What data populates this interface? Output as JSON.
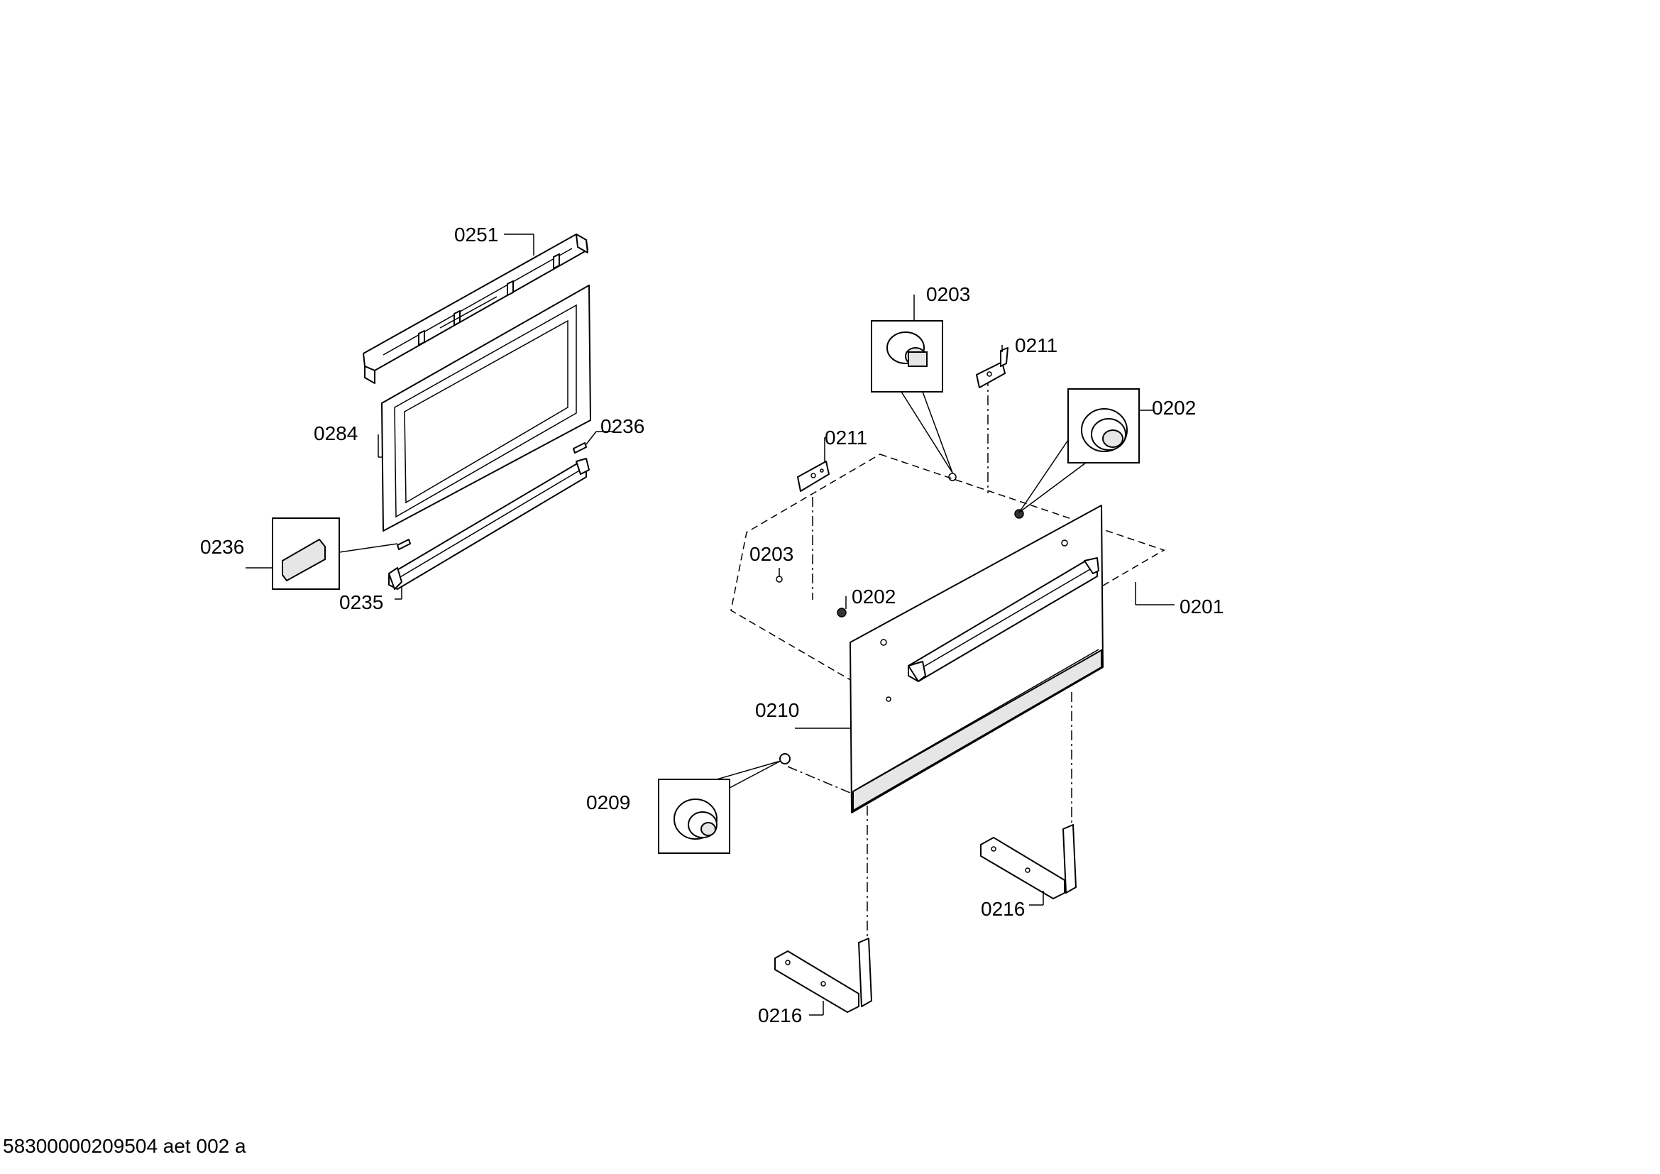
{
  "labels": {
    "p0251": "0251",
    "p0284": "0284",
    "p0236_a": "0236",
    "p0236_b": "0236",
    "p0235": "0235",
    "p0203_a": "0203",
    "p0211_a": "0211",
    "p0202_a": "0202",
    "p0211_b": "0211",
    "p0203_b": "0203",
    "p0202_b": "0202",
    "p0201": "0201",
    "p0210": "0210",
    "p0209": "0209",
    "p0216_a": "0216",
    "p0216_b": "0216"
  },
  "footer": "58300000209504 aet 002 a"
}
